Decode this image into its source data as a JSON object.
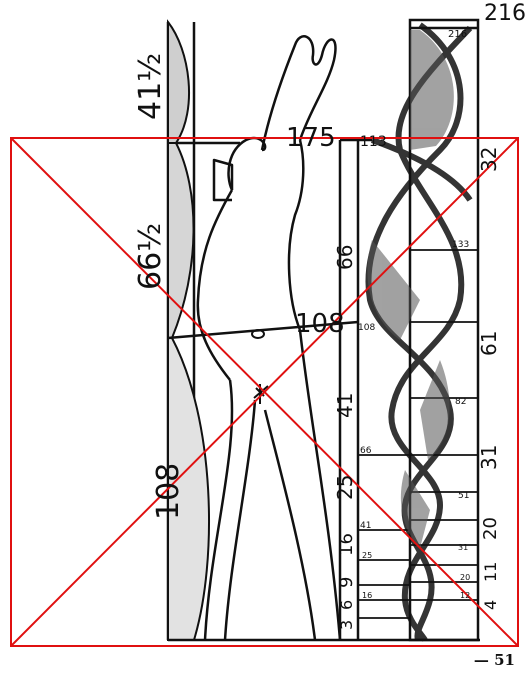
{
  "figure": {
    "top_label": "216",
    "head_segment_label": "41½",
    "height_label": "175",
    "upper_segment_label": "66½",
    "navel_label": "108",
    "lower_segment_label": "108"
  },
  "red_scale": {
    "top_label": "113",
    "values": [
      "66",
      "41",
      "25",
      "16",
      "9",
      "6",
      "3"
    ]
  },
  "blue_scale": {
    "top_label": "216",
    "right_values": [
      "32",
      "61",
      "31",
      "20",
      "11",
      "4"
    ],
    "mark_values": [
      "133",
      "108",
      "82",
      "66",
      "51",
      "41",
      "31",
      "25",
      "20",
      "16",
      "12"
    ]
  },
  "page_number": "— 51",
  "colors": {
    "ink": "#111111",
    "overlay": "#e01010"
  }
}
